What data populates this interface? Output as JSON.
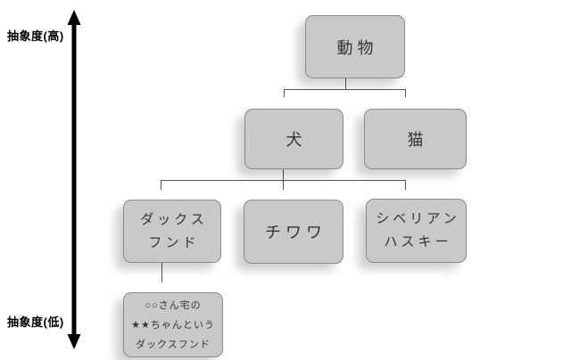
{
  "axis": {
    "high_label": "抽象度(高)",
    "low_label": "抽象度(低)"
  },
  "nodes": {
    "animal": {
      "lines": [
        "動物"
      ]
    },
    "dog": {
      "lines": [
        "犬"
      ]
    },
    "cat": {
      "lines": [
        "猫"
      ]
    },
    "dachshund": {
      "lines": [
        "ダックス",
        "フンド"
      ]
    },
    "chihuahua": {
      "lines": [
        "チワワ"
      ]
    },
    "husky": {
      "lines": [
        "シベリアン",
        "ハスキー"
      ]
    },
    "instance": {
      "lines": [
        "○○さん宅の",
        "★★ちゃんという",
        "ダックスフンド"
      ]
    }
  },
  "edges": [
    [
      "animal",
      "dog"
    ],
    [
      "animal",
      "cat"
    ],
    [
      "dog",
      "dachshund"
    ],
    [
      "dog",
      "chihuahua"
    ],
    [
      "dog",
      "husky"
    ],
    [
      "dachshund",
      "instance"
    ]
  ],
  "colors": {
    "node_fill": "#c9c9c9",
    "node_border": "#8a8a8a",
    "connector": "#555555",
    "arrow": "#000000",
    "node_text": "#333333",
    "label_text": "#000000",
    "background": "#ffffff"
  }
}
